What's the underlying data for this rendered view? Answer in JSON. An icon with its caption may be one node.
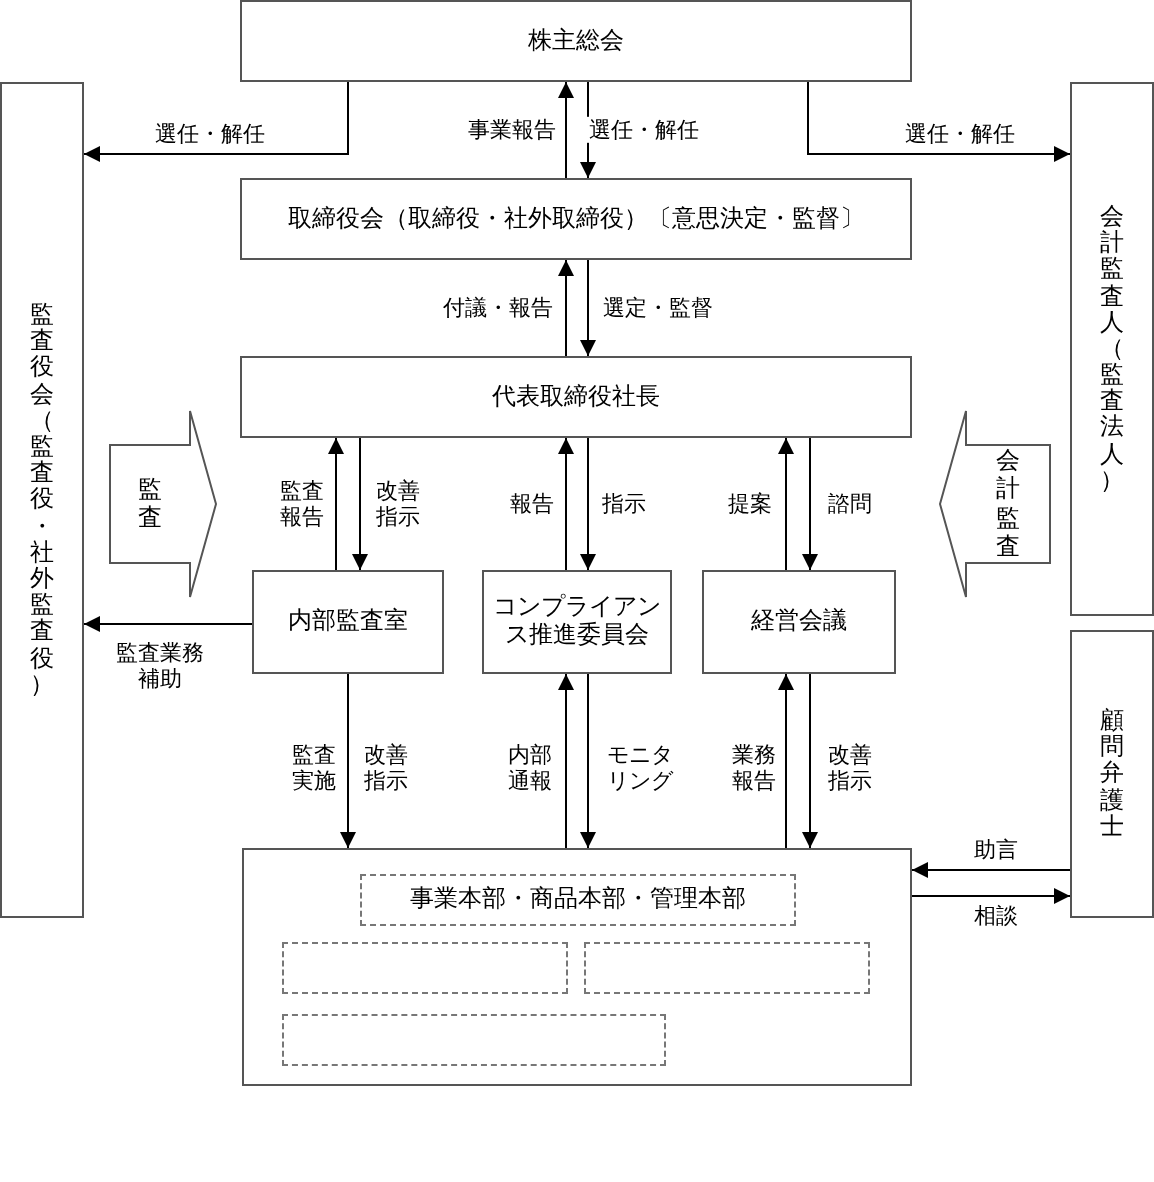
{
  "diagram": {
    "nodes": [
      {
        "text": [
          "株主総会"
        ]
      },
      {
        "text": [
          "監査役会（監査役・社外監査役）"
        ]
      },
      {
        "text": [
          "会計監査人（監査法人）"
        ]
      },
      {
        "text": [
          "取締役会（取締役・社外取締役）〔意思決定・監督〕"
        ]
      },
      {
        "text": [
          "代表取締役社長"
        ]
      },
      {
        "text": [
          "内部監査室"
        ]
      },
      {
        "text": [
          "コンプライアンス推進委員会"
        ]
      },
      {
        "text": [
          "経営会議"
        ]
      },
      {
        "text": [
          "顧問弁護士"
        ]
      },
      {
        "text": [],
        "shape": "box"
      },
      {
        "text": [
          "事業本部・商品本部・管理本部"
        ],
        "in": 9
      },
      {
        "text": [],
        "shape": "box",
        "in": 9
      },
      {
        "text": [],
        "shape": "box",
        "in": 9
      },
      {
        "text": [],
        "shape": "box",
        "in": 9
      }
    ],
    "edges": [
      {
        "from": 0,
        "to": 1,
        "arrow": "to",
        "label": "選任・解任"
      },
      {
        "from": 0,
        "to": 2,
        "arrow": "to",
        "label": "選任・解任"
      },
      {
        "from": 3,
        "to": 0,
        "arrow": "to",
        "label": "事業報告"
      },
      {
        "from": 0,
        "to": 3,
        "arrow": "to",
        "label": "選任・解任"
      },
      {
        "from": 4,
        "to": 3,
        "arrow": "to",
        "label": "付議・報告"
      },
      {
        "from": 3,
        "to": 4,
        "arrow": "to",
        "label": "選定・監督"
      },
      {
        "from": 5,
        "to": 4,
        "arrow": "to",
        "label": "監査報告"
      },
      {
        "from": 4,
        "to": 5,
        "arrow": "to",
        "label": "改善指示"
      },
      {
        "from": 6,
        "to": 4,
        "arrow": "to",
        "label": "報告"
      },
      {
        "from": 4,
        "to": 6,
        "arrow": "to",
        "label": "指示"
      },
      {
        "from": 7,
        "to": 4,
        "arrow": "to",
        "label": "提案"
      },
      {
        "from": 4,
        "to": 7,
        "arrow": "to",
        "label": "諮問"
      },
      {
        "from": 5,
        "to": 1,
        "arrow": "to",
        "label": "監査業務補助"
      },
      {
        "from": 5,
        "to": 9,
        "arrow": "to",
        "label": "監査実施"
      },
      {
        "from": 9,
        "to": 6,
        "arrow": "to",
        "label": "内部通報"
      },
      {
        "from": 6,
        "to": 9,
        "arrow": "to",
        "label": "モニタリング"
      },
      {
        "from": 9,
        "to": 7,
        "arrow": "to",
        "label": "業務報告"
      },
      {
        "from": 7,
        "to": 9,
        "arrow": "to",
        "label": "改善指示"
      },
      {
        "from": 8,
        "to": 9,
        "arrow": "to",
        "label": "助言"
      },
      {
        "from": 9,
        "to": 8,
        "arrow": "to",
        "label": "相談"
      },
      {
        "from": 1,
        "to": 4,
        "arrow": "to",
        "label": "監査",
        "style": "thick"
      },
      {
        "from": 2,
        "to": 4,
        "arrow": "to",
        "label": "会計監査",
        "style": "thick"
      }
    ],
    "labels": [
      "改善指示"
    ]
  }
}
